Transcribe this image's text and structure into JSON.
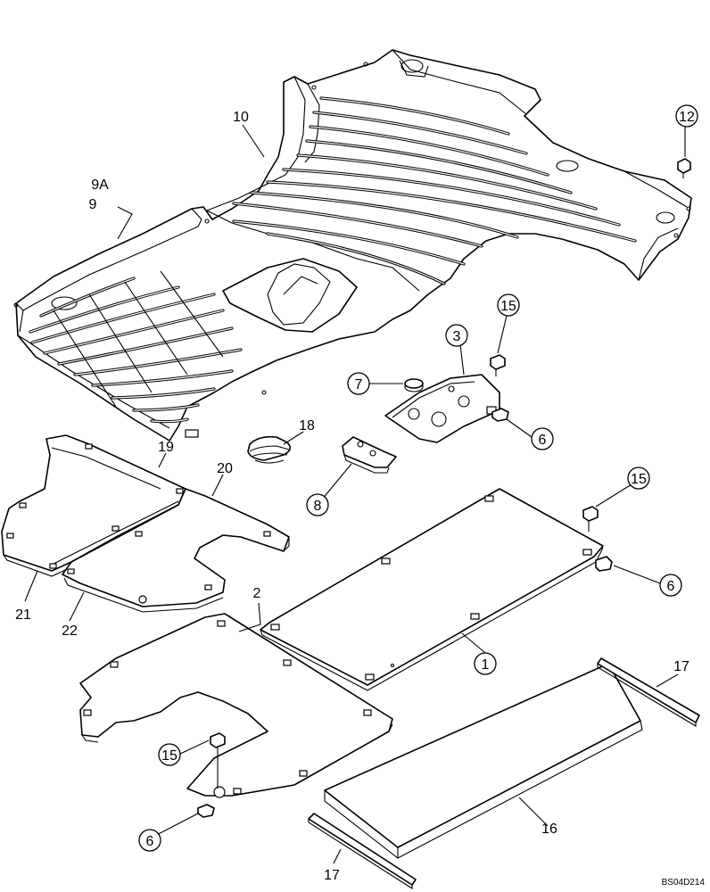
{
  "diagram": {
    "reference_code": "BS04D214",
    "callouts": [
      {
        "id": "c-1",
        "label": "1",
        "circled": true
      },
      {
        "id": "c-2",
        "label": "2",
        "circled": false
      },
      {
        "id": "c-3",
        "label": "3",
        "circled": true
      },
      {
        "id": "c-6a",
        "label": "6",
        "circled": true
      },
      {
        "id": "c-6b",
        "label": "6",
        "circled": true
      },
      {
        "id": "c-6c",
        "label": "6",
        "circled": true
      },
      {
        "id": "c-7",
        "label": "7",
        "circled": true
      },
      {
        "id": "c-8",
        "label": "8",
        "circled": true
      },
      {
        "id": "c-9",
        "label": "9",
        "circled": false
      },
      {
        "id": "c-9a",
        "label": "9A",
        "circled": false
      },
      {
        "id": "c-10",
        "label": "10",
        "circled": false
      },
      {
        "id": "c-12",
        "label": "12",
        "circled": true
      },
      {
        "id": "c-15a",
        "label": "15",
        "circled": true
      },
      {
        "id": "c-15b",
        "label": "15",
        "circled": true
      },
      {
        "id": "c-15c",
        "label": "15",
        "circled": true
      },
      {
        "id": "c-16",
        "label": "16",
        "circled": false
      },
      {
        "id": "c-17a",
        "label": "17",
        "circled": false
      },
      {
        "id": "c-17b",
        "label": "17",
        "circled": false
      },
      {
        "id": "c-18",
        "label": "18",
        "circled": false
      },
      {
        "id": "c-19",
        "label": "19",
        "circled": false
      },
      {
        "id": "c-20",
        "label": "20",
        "circled": false
      },
      {
        "id": "c-21",
        "label": "21",
        "circled": false
      },
      {
        "id": "c-22",
        "label": "22",
        "circled": false
      }
    ]
  }
}
